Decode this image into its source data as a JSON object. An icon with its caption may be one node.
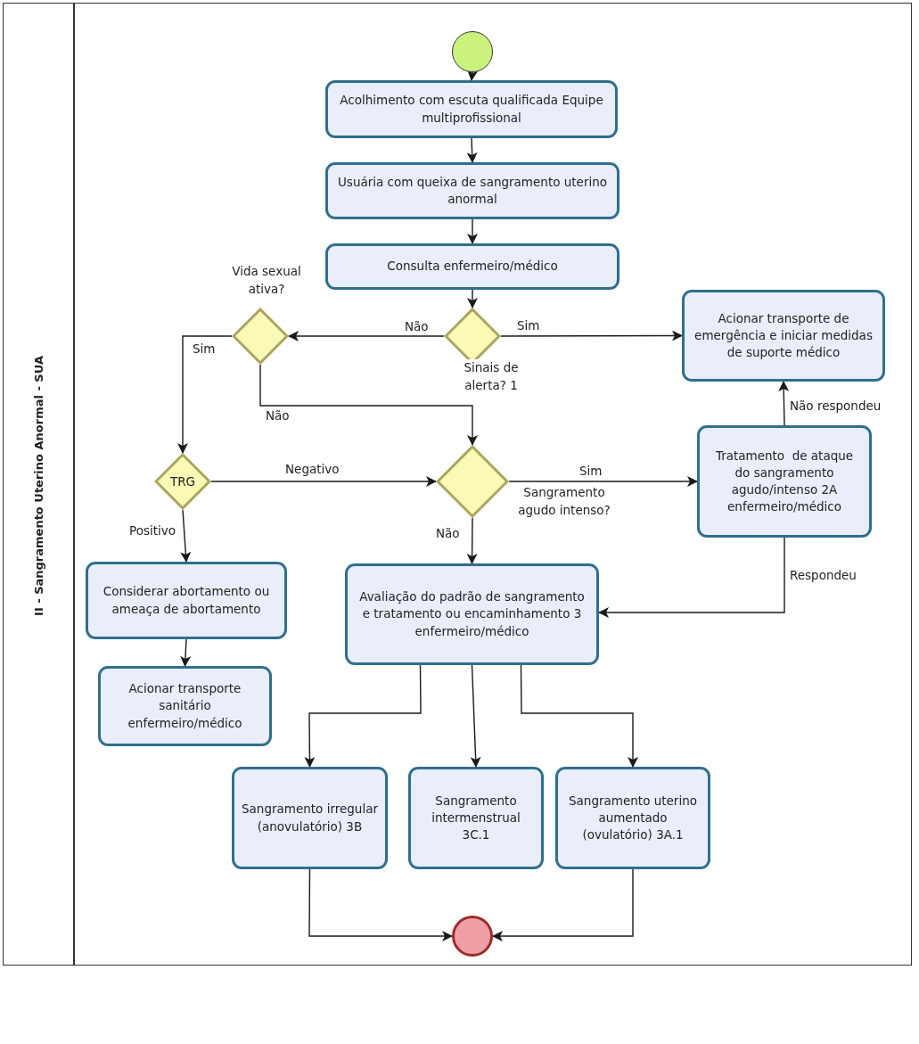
{
  "diagram": {
    "title": "II - Sangramento Uterino Anormal - SUA",
    "nodes": [
      {
        "text": [],
        "shape": "circle"
      },
      {
        "text": [
          "Acolhimento com escuta qualificada Equipe multiprofissional"
        ]
      },
      {
        "text": [
          "Usuária com queixa de sangramento uterino anormal"
        ]
      },
      {
        "text": [
          "Consulta enfermeiro/médico"
        ]
      },
      {
        "text": [
          "Sinais de alerta? 1"
        ]
      },
      {
        "text": [
          "Vida sexual ativa?"
        ]
      },
      {
        "text": [
          "Acionar transporte de emergência e iniciar medidas de suporte médico"
        ]
      },
      {
        "text": [
          "TRG"
        ]
      },
      {
        "text": [
          "Sangramento agudo intenso?"
        ]
      },
      {
        "text": [
          "Tratamento  de ataque do sangramento agudo/intenso 2A enfermeiro/médico"
        ]
      },
      {
        "text": [
          "Considerar abortamento ou ameaça de abortamento"
        ]
      },
      {
        "text": [
          "Avaliação do padrão de sangramento e tratamento ou encaminhamento 3 enfermeiro/médico"
        ]
      },
      {
        "text": [
          "Acionar transporte sanitário enfermeiro/médico"
        ]
      },
      {
        "text": [
          "Sangramento irregular (anovulatório) 3B"
        ]
      },
      {
        "text": [
          "Sangramento intermenstrual 3C.1"
        ]
      },
      {
        "text": [
          "Sangramento uterino aumentado (ovulatório) 3A.1"
        ]
      },
      {
        "text": [],
        "shape": "circle"
      }
    ],
    "edges": [
      {
        "from": 0,
        "to": 1,
        "arrow": "to"
      },
      {
        "from": 1,
        "to": 2,
        "arrow": "to"
      },
      {
        "from": 2,
        "to": 3,
        "arrow": "to"
      },
      {
        "from": 3,
        "to": 4,
        "arrow": "to"
      },
      {
        "from": 4,
        "to": 5,
        "arrow": "to",
        "label": "Não"
      },
      {
        "from": 4,
        "to": 6,
        "arrow": "to",
        "label": "Sim"
      },
      {
        "from": 5,
        "to": 7,
        "arrow": "to",
        "label": "Sim"
      },
      {
        "from": 5,
        "to": 8,
        "arrow": "to",
        "label": "Não"
      },
      {
        "from": 7,
        "to": 8,
        "arrow": "to",
        "label": "Negativo"
      },
      {
        "from": 7,
        "to": 10,
        "arrow": "to",
        "label": "Positivo"
      },
      {
        "from": 8,
        "to": 9,
        "arrow": "to",
        "label": "Sim"
      },
      {
        "from": 8,
        "to": 11,
        "arrow": "to",
        "label": "Não"
      },
      {
        "from": 9,
        "to": 6,
        "arrow": "to",
        "label": "Não respondeu"
      },
      {
        "from": 9,
        "to": 11,
        "arrow": "to",
        "label": "Respondeu"
      },
      {
        "from": 10,
        "to": 12,
        "arrow": "to"
      },
      {
        "from": 11,
        "to": 13,
        "arrow": "to"
      },
      {
        "from": 11,
        "to": 14,
        "arrow": "to"
      },
      {
        "from": 11,
        "to": 15,
        "arrow": "to"
      },
      {
        "from": 13,
        "to": 16,
        "arrow": "to"
      },
      {
        "from": 15,
        "to": 16,
        "arrow": "to"
      }
    ]
  }
}
